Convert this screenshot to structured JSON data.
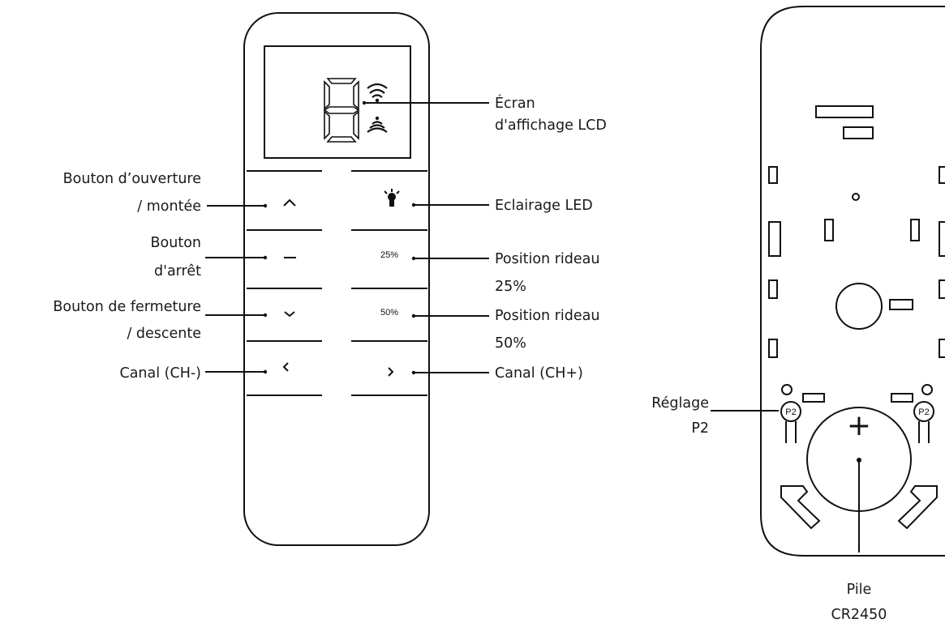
{
  "remote_front": {
    "labels": {
      "lcd": [
        "Écran",
        "d'affichage LCD"
      ],
      "open_button": [
        "Bouton d’ouverture",
        "/ montée"
      ],
      "led": "Eclairage LED",
      "stop_button": [
        "Bouton",
        "d'arrêt"
      ],
      "position_25": [
        "Position rideau",
        "25%"
      ],
      "close_button": [
        "Bouton de fermeture",
        "/ descente"
      ],
      "position_50": [
        "Position rideau",
        "50%"
      ],
      "channel_minus": "Canal (CH-)",
      "channel_plus": "Canal (CH+)"
    },
    "buttons": {
      "pos25": "25%",
      "pos50": "50%",
      "up_icon": "chevron-up-icon",
      "stop_icon": "minus-icon",
      "down_icon": "chevron-down-icon",
      "left_icon": "chevron-left-icon",
      "right_icon": "chevron-right-icon",
      "led_icon": "bulb-icon"
    },
    "lcd_icons": [
      "seven-segment-digit-icon",
      "wifi-icon",
      "signal-icon"
    ]
  },
  "remote_back": {
    "labels": {
      "p2_setting": [
        "Réglage",
        "P2"
      ],
      "battery": [
        "Pile",
        "CR2450"
      ]
    },
    "contacts": [
      "P2",
      "P2"
    ],
    "battery_symbol": "+"
  }
}
